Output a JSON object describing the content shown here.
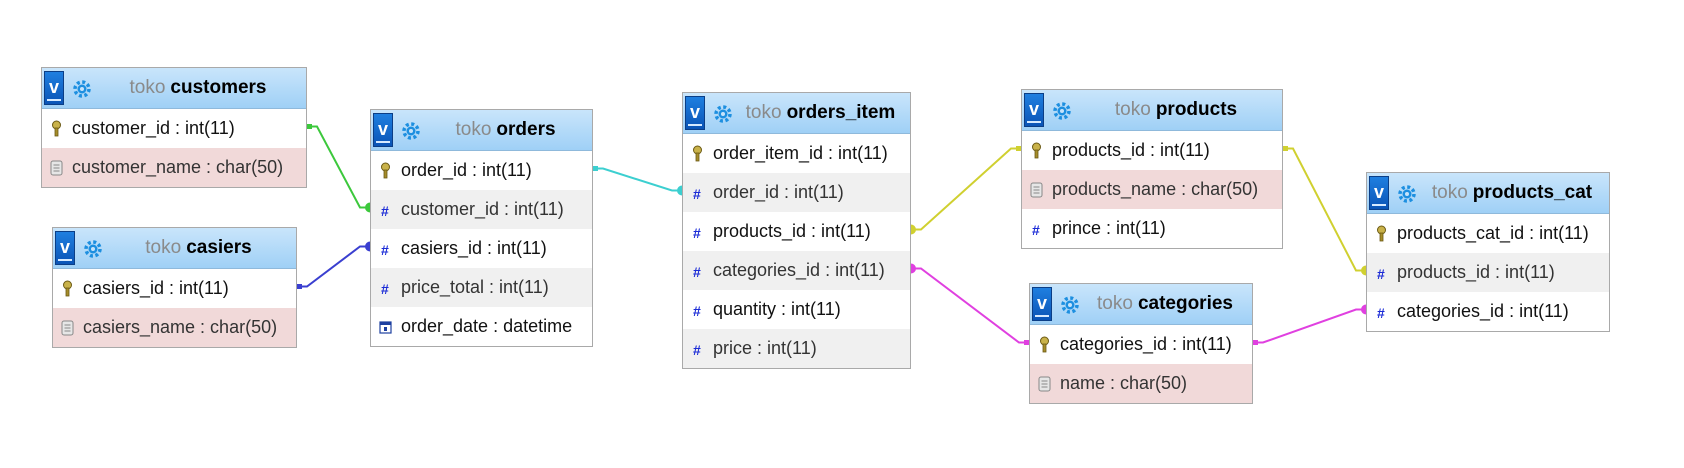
{
  "tables": {
    "customers": {
      "db": "toko",
      "name": "customers",
      "rows": [
        {
          "label": "customer_id : int(11)",
          "icon": "key-icon"
        },
        {
          "label": "customer_name : char(50)",
          "icon": "text-field-icon"
        }
      ]
    },
    "casiers": {
      "db": "toko",
      "name": "casiers",
      "rows": [
        {
          "label": "casiers_id : int(11)",
          "icon": "key-icon"
        },
        {
          "label": "casiers_name : char(50)",
          "icon": "text-field-icon"
        }
      ]
    },
    "orders": {
      "db": "toko",
      "name": "orders",
      "rows": [
        {
          "label": "order_id : int(11)",
          "icon": "key-icon"
        },
        {
          "label": "customer_id : int(11)",
          "icon": "number-icon"
        },
        {
          "label": "casiers_id : int(11)",
          "icon": "number-icon"
        },
        {
          "label": "price_total : int(11)",
          "icon": "number-icon"
        },
        {
          "label": "order_date : datetime",
          "icon": "calendar-icon"
        }
      ]
    },
    "orders_item": {
      "db": "toko",
      "name": "orders_item",
      "rows": [
        {
          "label": "order_item_id : int(11)",
          "icon": "key-icon"
        },
        {
          "label": "order_id : int(11)",
          "icon": "number-icon"
        },
        {
          "label": "products_id : int(11)",
          "icon": "number-icon"
        },
        {
          "label": "categories_id : int(11)",
          "icon": "number-icon"
        },
        {
          "label": "quantity : int(11)",
          "icon": "number-icon"
        },
        {
          "label": "price : int(11)",
          "icon": "number-icon"
        }
      ]
    },
    "products": {
      "db": "toko",
      "name": "products",
      "rows": [
        {
          "label": "products_id : int(11)",
          "icon": "key-icon"
        },
        {
          "label": "products_name : char(50)",
          "icon": "text-field-icon"
        },
        {
          "label": "prince : int(11)",
          "icon": "number-icon"
        }
      ]
    },
    "categories": {
      "db": "toko",
      "name": "categories",
      "rows": [
        {
          "label": "categories_id : int(11)",
          "icon": "key-icon"
        },
        {
          "label": "name : char(50)",
          "icon": "text-field-icon"
        }
      ]
    },
    "products_cat": {
      "db": "toko",
      "name": "products_cat",
      "rows": [
        {
          "label": "products_cat_id : int(11)",
          "icon": "key-icon"
        },
        {
          "label": "products_id : int(11)",
          "icon": "number-icon"
        },
        {
          "label": "categories_id : int(11)",
          "icon": "number-icon"
        }
      ]
    }
  },
  "relations": [
    {
      "from": "customers.customer_id",
      "to": "orders.customer_id",
      "color": "#3cc83c"
    },
    {
      "from": "casiers.casiers_id",
      "to": "orders.casiers_id",
      "color": "#3a3fd0"
    },
    {
      "from": "orders.order_id",
      "to": "orders_item.order_id",
      "color": "#3ccfd0"
    },
    {
      "from": "products.products_id",
      "to": "orders_item.products_id",
      "color": "#d0d030"
    },
    {
      "from": "categories.categories_id",
      "to": "orders_item.categories_id",
      "color": "#e040e0"
    },
    {
      "from": "products.products_id",
      "to": "products_cat.products_id",
      "color": "#d0d030"
    },
    {
      "from": "categories.categories_id",
      "to": "products_cat.categories_id",
      "color": "#e040e0"
    }
  ]
}
